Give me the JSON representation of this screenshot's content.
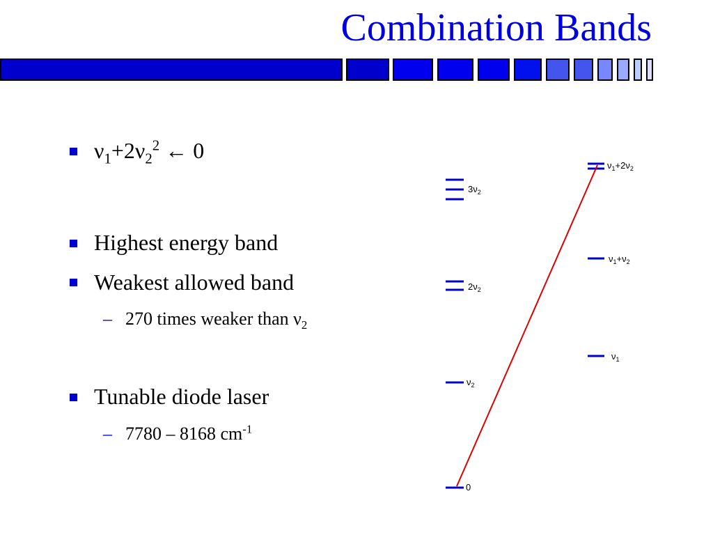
{
  "slide": {
    "title": "Combination Bands"
  },
  "bullets": [
    {
      "greek": "ν",
      "sub1": "1",
      "mid": "+2ν",
      "sub2": "2",
      "sup": "2",
      "rest": " ← 0"
    },
    {
      "text": "Highest energy band"
    },
    {
      "text": "Weakest allowed band"
    },
    {
      "sub_text": "270 times weaker than ν",
      "sub_sub": "2"
    },
    {
      "text": "Tunable diode laser"
    },
    {
      "sub_text": "7780 – 8168 cm",
      "sub_sup": "-1"
    }
  ],
  "diagram": {
    "levels_left": [
      {
        "label": "3ν",
        "label_sub": "2"
      },
      {
        "label": "2ν",
        "label_sub": "2"
      },
      {
        "label": "ν",
        "label_sub": "2"
      },
      {
        "label": "0",
        "label_sub": ""
      }
    ],
    "levels_right": [
      {
        "label": "ν",
        "sub_a": "1",
        "mid": "+2ν",
        "sub_b": "2"
      },
      {
        "label": "ν",
        "sub_a": "1",
        "mid": "+ν",
        "sub_b": "2"
      },
      {
        "label": "ν",
        "sub_a": "1",
        "mid": "",
        "sub_b": ""
      }
    ],
    "transition_color": "#dd0000"
  },
  "colors": {
    "title": "#0000dd",
    "bullet": "#0000cc",
    "bar_dark": "#0000cc",
    "bar_mid": "#3355ee",
    "bar_light": "#7788ff"
  }
}
